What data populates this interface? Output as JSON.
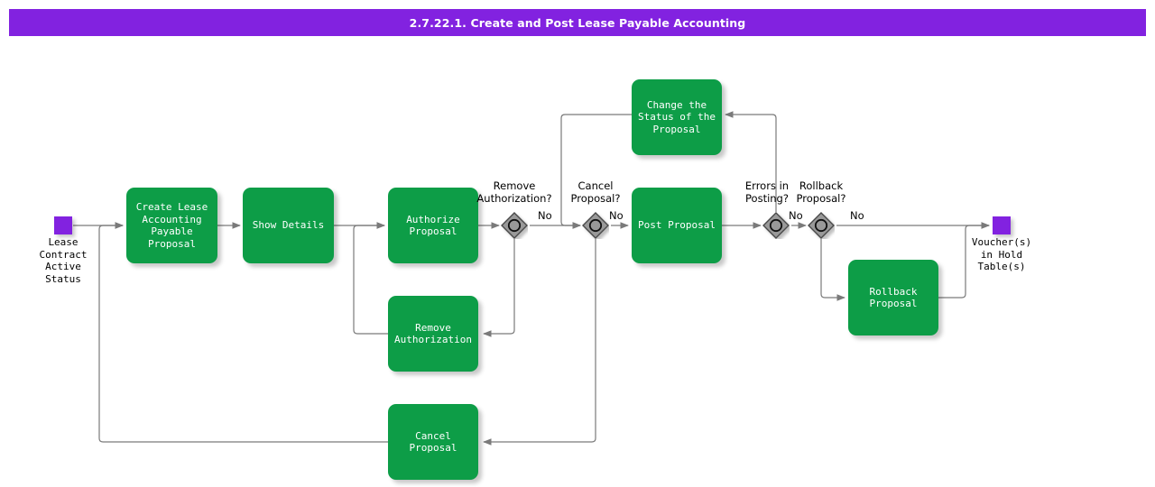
{
  "title": "2.7.22.1. Create and Post Lease Payable Accounting",
  "colors": {
    "title_bar": "#8222e0",
    "task_fill": "#0d9d47",
    "event_fill": "#8222e0",
    "gateway_fill": "#999999",
    "connector": "#7a7a7a",
    "task_text": "#ffffff",
    "label_text": "#000000"
  },
  "events": [
    {
      "id": "start",
      "label": "Lease\nContract\nActive\nStatus"
    },
    {
      "id": "end",
      "label": "Voucher(s)\nin Hold\nTable(s)"
    }
  ],
  "tasks": [
    {
      "id": "create-lease-accounting-payable-proposal",
      "label": "Create Lease\nAccounting\nPayable\nProposal"
    },
    {
      "id": "show-details",
      "label": "Show Details"
    },
    {
      "id": "authorize-proposal",
      "label": "Authorize\nProposal"
    },
    {
      "id": "remove-authorization",
      "label": "Remove\nAuthorization"
    },
    {
      "id": "cancel-proposal",
      "label": "Cancel Proposal"
    },
    {
      "id": "change-the-status-of-the-proposal",
      "label": "Change the\nStatus of the\nProposal"
    },
    {
      "id": "post-proposal",
      "label": "Post Proposal"
    },
    {
      "id": "rollback-proposal",
      "label": "Rollback\nProposal"
    }
  ],
  "gateways": [
    {
      "id": "remove-authorization-gateway",
      "label": "Remove\nAuthorization?"
    },
    {
      "id": "cancel-proposal-gateway",
      "label": "Cancel\nProposal?"
    },
    {
      "id": "errors-in-posting-gateway",
      "label": "Errors in\nPosting?"
    },
    {
      "id": "rollback-proposal-gateway",
      "label": "Rollback\nProposal?"
    }
  ],
  "flow_labels": [
    {
      "id": "no-after-remove-authorization",
      "text": "No"
    },
    {
      "id": "no-after-cancel-proposal",
      "text": "No"
    },
    {
      "id": "no-after-errors-in-posting",
      "text": "No"
    },
    {
      "id": "no-after-rollback-proposal",
      "text": "No"
    }
  ]
}
